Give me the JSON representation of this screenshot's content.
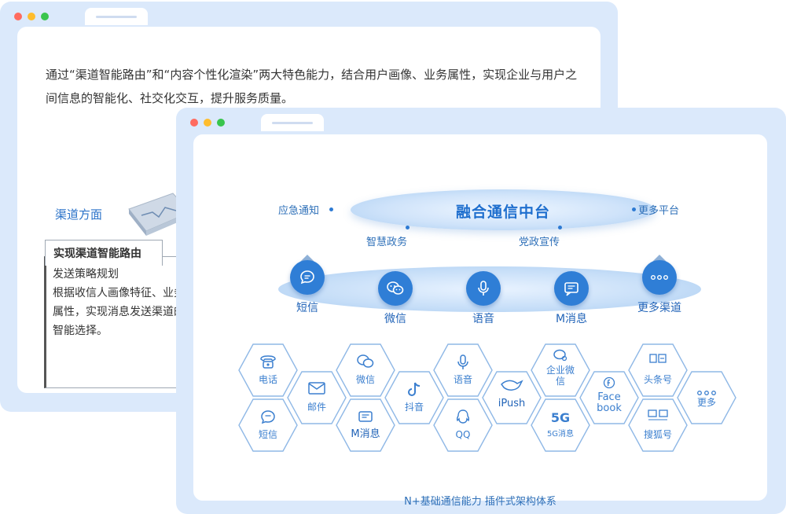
{
  "back_window": {
    "intro": "通过“渠道智能路由”和“内容个性化渲染”两大特色能力，结合用户画像、业务属性，实现企业与用户之间信息的智能化、社交化交互，提升服务质量。",
    "channel_title": "渠道方面",
    "feature_heading": "实现渠道智能路由",
    "feature_body": "发送策略规划\n根据收信人画像特征、业务属性，实现消息发送渠道的智能选择。"
  },
  "front_window": {
    "hub_title": "融合通信中台",
    "hub_labels": [
      "应急通知",
      "更多平台",
      "智慧政务",
      "党政宣传"
    ],
    "channels": [
      "短信",
      "微信",
      "语音",
      "M消息",
      "更多渠道"
    ],
    "hex_items": [
      "电话",
      "邮件",
      "微信",
      "抖音",
      "语音",
      "iPush",
      "企业微信",
      "5G消息",
      "Face book",
      "头条号",
      "搜狐号",
      "更多",
      "短信",
      "M消息",
      "QQ"
    ],
    "bottom_caption": "N+基础通信能力 插件式架构体系"
  },
  "colors": {
    "accent": "#2f7ed6",
    "window_frame": "#dbe9fb",
    "dot_red": "#ff6b5f",
    "dot_yellow": "#ffbd2e",
    "dot_green": "#39c54d"
  },
  "icons": [
    "chat-bubble-icon",
    "wechat-icon",
    "microphone-icon",
    "m-message-icon",
    "more-dots-icon",
    "phone-icon",
    "mail-icon",
    "tiktok-icon",
    "qq-icon",
    "ipush-bird-icon",
    "facebook-icon",
    "toutiao-icon",
    "sohu-icon"
  ]
}
